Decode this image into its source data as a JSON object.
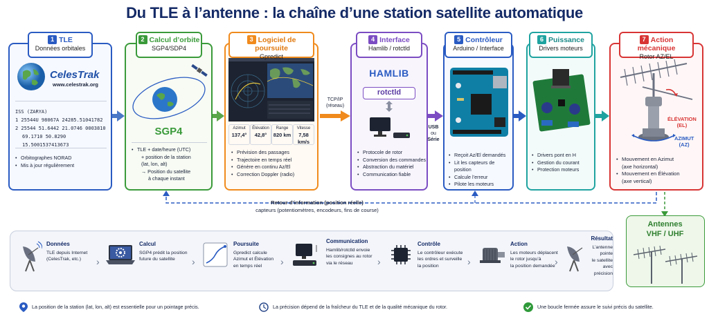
{
  "title": "Du TLE à l’antenne : la chaîne d’une station satellite automatique",
  "stages": [
    {
      "num": "1",
      "title": "TLE",
      "subtitle": "Données orbitales",
      "color": "#2a5bc2",
      "logo": "CelesTrak",
      "url": "www.celestrak.org",
      "tle": [
        "ISS (ZARYA)",
        "1 25544U 98067A 24285.51041782",
        "2 25544 51.6442 21.0746 0003810",
        "69.1710 50.8290 15.5001537413673"
      ],
      "bullets": [
        "Orbitographes NORAD",
        "Mis à jour régulièrement"
      ]
    },
    {
      "num": "2",
      "title": "Calcul d’orbite",
      "subtitle": "SGP4/SDP4",
      "color": "#3a9a3a",
      "label": "SGP4",
      "bullets": [
        "TLE + date/heure (UTC)",
        "+ position de la station",
        "(lat, lon, alt)",
        "→ Position du satellite",
        "à chaque instant"
      ]
    },
    {
      "num": "3",
      "title": "Logiciel de poursuite",
      "subtitle": "Gpredict",
      "color": "#f08a1c",
      "readout": [
        {
          "label": "Azimut",
          "value": "137,4°"
        },
        {
          "label": "Élévation",
          "value": "42,8°"
        },
        {
          "label": "Range",
          "value": "820 km"
        },
        {
          "label": "Vitesse",
          "value": "7,58 km/s"
        }
      ],
      "bullets": [
        "Prévision des passages",
        "Trajectoire en temps réel",
        "Génère en continu Az/El",
        "Correction Doppler (radio)"
      ]
    },
    {
      "num": "4",
      "title": "Interface",
      "subtitle": "Hamlib / rotctld",
      "color": "#7b4cc2",
      "hamlib": "HAMLIB",
      "rotctld": "rotctld",
      "bullets": [
        "Protocole de rotor",
        "Conversion des commandes",
        "Abstraction du matériel",
        "Communication fiable"
      ]
    },
    {
      "num": "5",
      "title": "Contrôleur",
      "subtitle": "Arduino / Interface",
      "color": "#2a5bc2",
      "bullets": [
        "Reçoit Az/El demandés",
        "Lit les capteurs de position",
        "Calcule l’erreur",
        "Pilote les moteurs"
      ]
    },
    {
      "num": "6",
      "title": "Puissance",
      "subtitle": "Drivers moteurs",
      "color": "#1fa3a0",
      "bullets": [
        "Drivers pont en H",
        "Gestion du courant",
        "Protection moteurs"
      ]
    },
    {
      "num": "7",
      "title": "Action mécanique",
      "subtitle": "Rotor AZ/EL",
      "color": "#d83434",
      "elevation": "ÉLÉVATION",
      "elevation_code": "(EL)",
      "azimut": "AZIMUT",
      "azimut_code": "(AZ)",
      "bullets": [
        "Mouvement en Azimut",
        "(axe horizontal)",
        "Mouvement en Élévation",
        "(axe vertical)"
      ]
    }
  ],
  "links": {
    "tcpip": "TCP/IP",
    "tcpip_note": "(réseau)",
    "usb": "USB",
    "usb_or": "ou",
    "usb_serial": "Série"
  },
  "feedback": {
    "title": "Retour d’information (position réelle)",
    "detail": "capteurs (potentiomètres, encodeurs, fins de course)"
  },
  "antennas": {
    "title": "Antennes",
    "bands": "VHF / UHF"
  },
  "process": [
    {
      "title": "Données",
      "text": [
        "TLE depuis Internet",
        "(CelesTrak, etc.)"
      ],
      "icon": "dish-icon"
    },
    {
      "title": "Calcul",
      "text": [
        "SGP4 prédit la position",
        "future du satellite"
      ],
      "icon": "gear-laptop-icon"
    },
    {
      "title": "Poursuite",
      "text": [
        "Gpredict calcule",
        "Azimut et Élévation",
        "en temps réel"
      ],
      "icon": "chart-icon"
    },
    {
      "title": "Communication",
      "text": [
        "Hamlib/rotctld envoie",
        "les consignes au rotor",
        "via le réseau"
      ],
      "icon": "computer-icon"
    },
    {
      "title": "Contrôle",
      "text": [
        "Le contrôleur exécute",
        "les ordres et surveille",
        "la position"
      ],
      "icon": "chip-icon"
    },
    {
      "title": "Action",
      "text": [
        "Les moteurs déplacent",
        "le rotor jusqu’à",
        "la position demandée"
      ],
      "icon": "motor-icon"
    },
    {
      "title": "Résultat",
      "text": [
        "L’antenne pointe",
        "le satellite avec",
        "précision"
      ],
      "icon": "dish-icon"
    }
  ],
  "footer": [
    {
      "text": "La position de la station (lat, lon, alt) est essentielle pour un pointage précis.",
      "color": "#2a5bc2",
      "icon": "location-pin-icon"
    },
    {
      "text": "La précision dépend de la fraîcheur du TLE et de la qualité mécanique du rotor.",
      "color": "#2a4a8a",
      "icon": "clock-icon"
    },
    {
      "text": "Une boucle fermée assure le suivi précis du satellite.",
      "color": "#2f9a3a",
      "icon": "check-circle-icon"
    }
  ]
}
